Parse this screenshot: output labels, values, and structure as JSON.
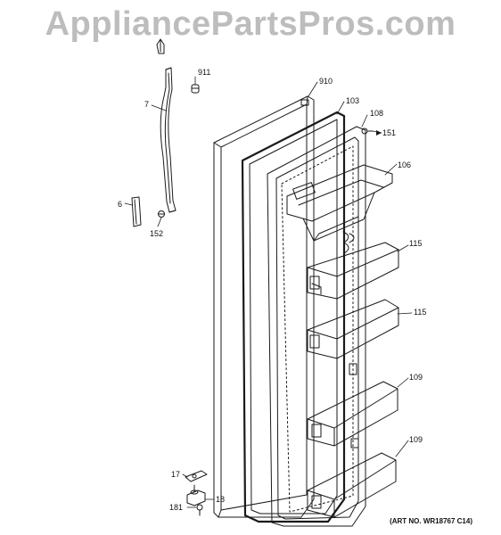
{
  "watermark": "AppliancePartsPros.com",
  "art_number": "(ART NO. WR18767 C14)",
  "callouts": {
    "c911": "911",
    "c910": "910",
    "c103": "103",
    "c108": "108",
    "c151": "151",
    "c106": "106",
    "c7": "7",
    "c6": "6",
    "c152": "152",
    "c115a": "115",
    "c115b": "115",
    "c109a": "109",
    "c109b": "109",
    "c17": "17",
    "c18": "18",
    "c181": "181"
  },
  "colors": {
    "line": "#1a1a1a",
    "watermark": "#bdbdbd"
  }
}
